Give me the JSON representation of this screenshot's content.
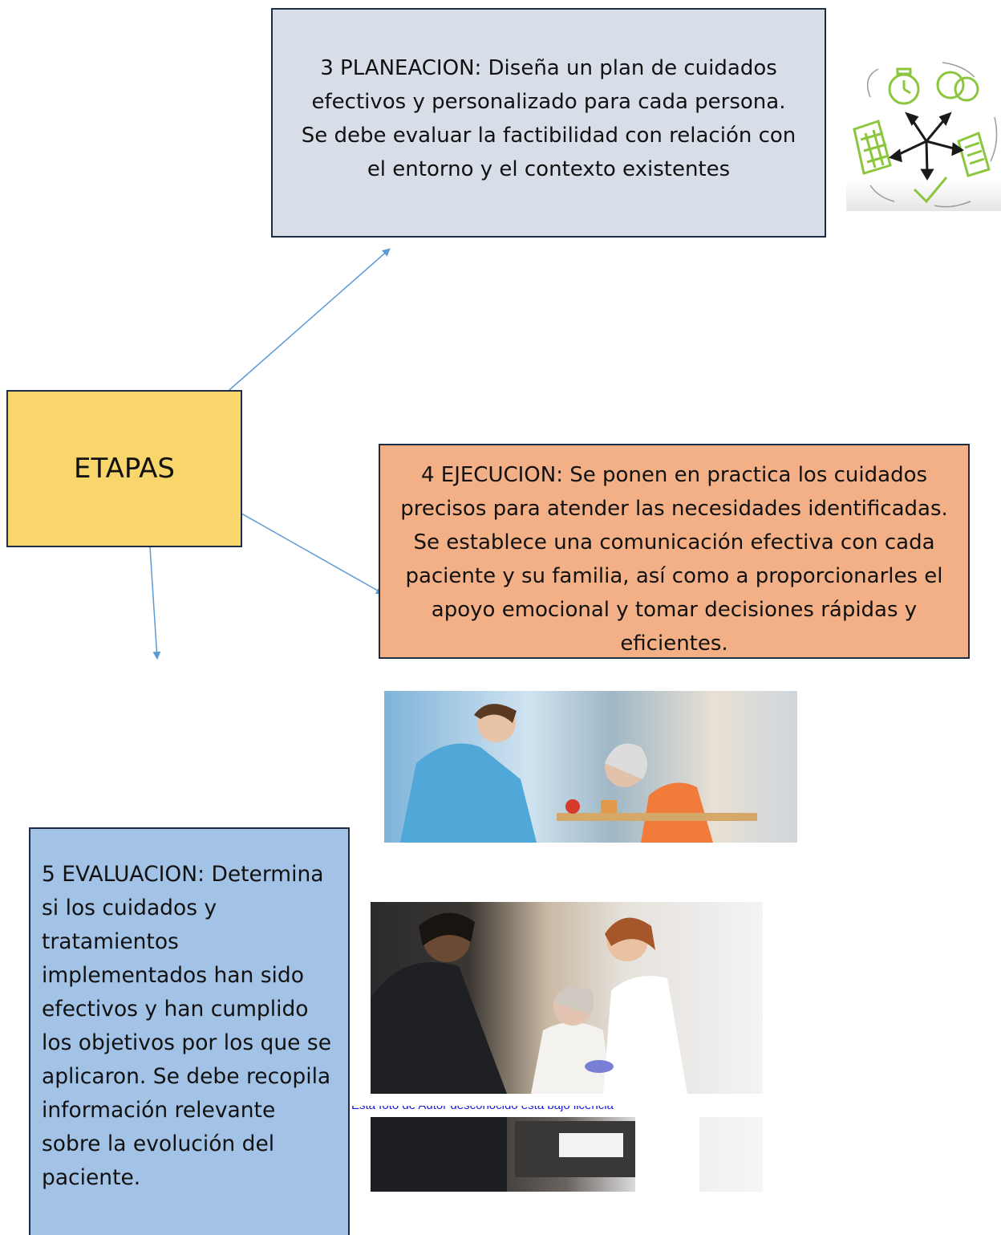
{
  "center": {
    "label": "ETAPAS"
  },
  "stages": {
    "planeacion": "3 PLANEACION: Diseña un plan de cuidados efectivos y personalizado para cada persona. Se debe evaluar la factibilidad con relación con el entorno y el contexto existentes",
    "ejecucion": "4 EJECUCION: Se ponen en practica los cuidados precisos para atender las necesidades identificadas. Se establece una comunicación efectiva con cada paciente y su familia, así como a proporcionarles el apoyo emocional y tomar decisiones rápidas y eficientes.",
    "evaluacion": "5 EVALUACION: Determina si los cuidados y tratamientos implementados han sido efectivos y han cumplido los objetivos por los que se aplicaron. Se debe recopila información relevante sobre la evolución del paciente."
  },
  "colors": {
    "planeacion_bg": "#d8dee8",
    "etapas_bg": "#f9d66b",
    "ejecucion_bg": "#f3b086",
    "evaluacion_bg": "#a3c3e6",
    "arrow": "#5b9bd5",
    "icon_green": "#8cc63f"
  },
  "images": {
    "planning_icon": "planning-cycle-icon",
    "photo_1": "nurse-feeding-elderly-patient-photo",
    "photo_2": "nurse-attending-elderly-patient-photo"
  },
  "caption": "Esta foto de Autor desconocido está bajo licencia"
}
